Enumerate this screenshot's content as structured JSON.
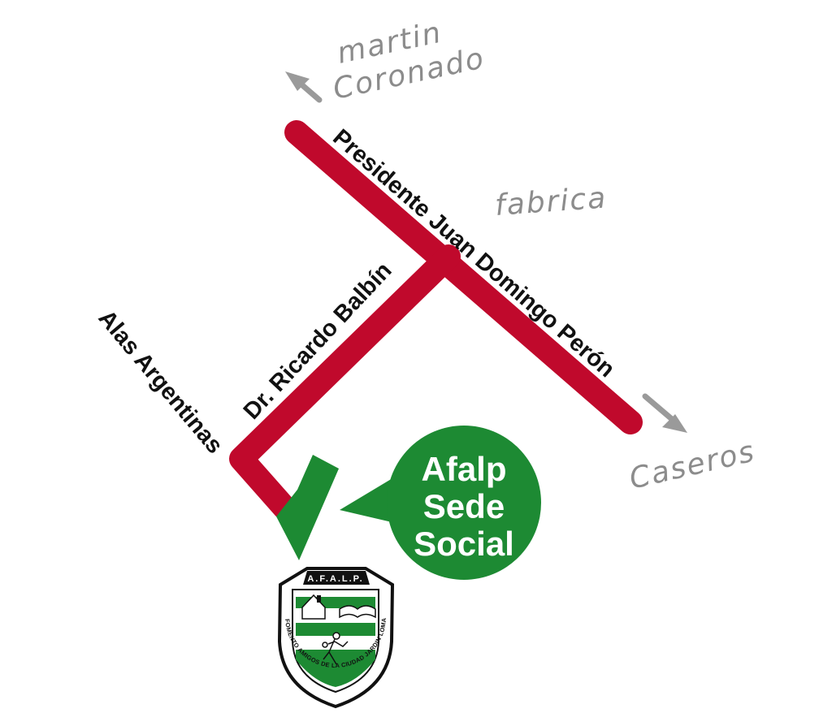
{
  "streets": {
    "peron": "Presidente Juan Domingo Perón",
    "balbin": "Dr. Ricardo Balbín",
    "alas": "Alas Argentinas"
  },
  "places": {
    "martin_line1": "martin",
    "martin_line2": "Coronado",
    "fabrica": "fabrica",
    "caseros": "Caseros"
  },
  "bubble": {
    "line1": "Afalp",
    "line2": "Sede",
    "line3": "Social"
  },
  "crest": {
    "acronym": "A.F.A.L.P.",
    "motto": "ASOCIACION DE FOMENTO AMIGOS DE LA CIUDAD JARDIN LOMAS DEL PALOMAR"
  },
  "colors": {
    "road": "#c0092c",
    "marker": "#1d8a33",
    "arrow": "#9a9a9a"
  }
}
